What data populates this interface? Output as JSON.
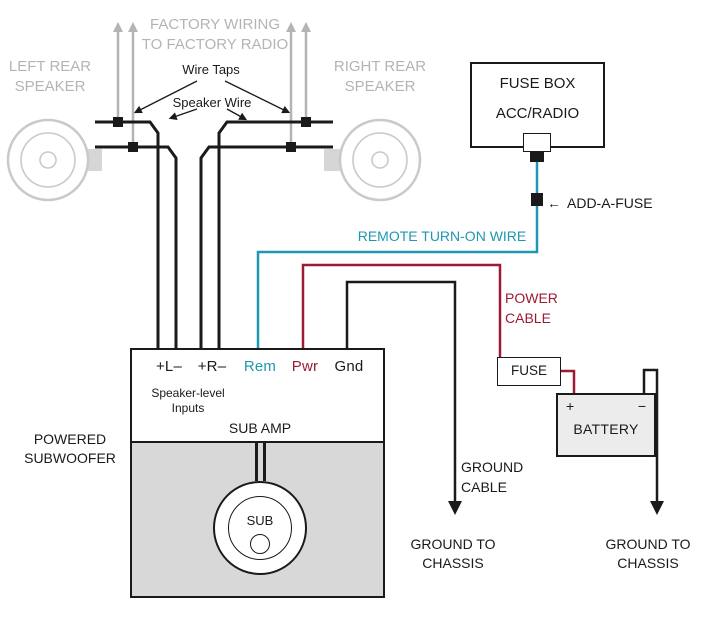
{
  "colors": {
    "teal": "#1f97b1",
    "dark_red": "#9b1c34",
    "gray": "#b4b4b4",
    "speaker_gray": "#c9c9c9",
    "wire_black": "#1a1a1a",
    "enclosure_fill": "#d8d8d8",
    "battery_fill": "#ececec"
  },
  "speakers": {
    "left": "LEFT REAR\nSPEAKER",
    "right": "RIGHT REAR\nSPEAKER"
  },
  "factory": {
    "wiring": "FACTORY WIRING\nTO FACTORY RADIO",
    "wire_taps": "Wire Taps",
    "speaker_wire": "Speaker Wire"
  },
  "fuse_box": {
    "title": "FUSE BOX",
    "slot": "ACC/RADIO",
    "arrow": "←",
    "add_a_fuse": "ADD-A-FUSE"
  },
  "wires": {
    "remote": "REMOTE TURN-ON WIRE",
    "power": "POWER\nCABLE",
    "ground": "GROUND\nCABLE"
  },
  "amp": {
    "t_l": "+L–",
    "t_r": "+R–",
    "t_rem": "Rem",
    "t_pwr": "Pwr",
    "t_gnd": "Gnd",
    "inputs": "Speaker-level\nInputs",
    "name": "SUB AMP",
    "enclosure": "POWERED\nSUBWOOFER",
    "sub": "SUB"
  },
  "power": {
    "fuse": "FUSE",
    "battery": "BATTERY",
    "plus": "+",
    "minus": "−"
  },
  "grounds": {
    "left": "GROUND TO\nCHASSIS",
    "right": "GROUND TO\nCHASSIS"
  }
}
